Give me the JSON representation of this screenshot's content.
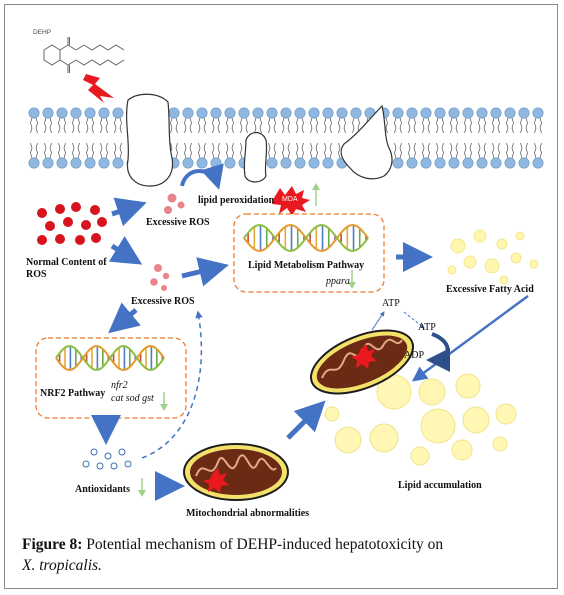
{
  "molecule": {
    "label": "DEHP"
  },
  "labels": {
    "lipid_peroxidation": "lipid peroxidation",
    "mda": "MDA",
    "excessive_ros_top": "Excessive ROS",
    "normal_ros_line1": "Normal Content of",
    "normal_ros_line2": "ROS",
    "excessive_ros_mid": "Excessive ROS",
    "lipid_pathway": "Lipid Metabolism Pathway",
    "ppara": "ppara",
    "excessive_fatty_acid": "Excessive Fatty Acid",
    "atp_top": "ATP",
    "atp_right": "ATP",
    "adp": "ADP",
    "nrf2_pathway": "NRF2 Pathway",
    "nfr2": "nfr2",
    "cat_sod_gst": "cat sod gst",
    "antioxidants": "Antioxidants",
    "mito_abnormal": "Mitochondrial abnormalities",
    "lipid_accumulation": "Lipid accumulation"
  },
  "caption": {
    "figure_label": "Figure 8:",
    "text": "Potential mechanism of DEHP-induced hepatotoxicity on",
    "species": "X. tropicalis."
  },
  "colors": {
    "lipid_head": "#8fb7e0",
    "ros_red": "#e0202a",
    "ros_pink": "#e9848c",
    "antioxidant_blue": "#7aa6d6",
    "arrow_blue": "#4472c4",
    "box_orange": "#ed7d31",
    "mito_dark": "#6b2a14",
    "mito_outer": "#1c1c1c",
    "mito_yellow": "#f3e16a",
    "droplet_yellow": "#fff3a8",
    "green_arrow": "#9fd28a"
  }
}
